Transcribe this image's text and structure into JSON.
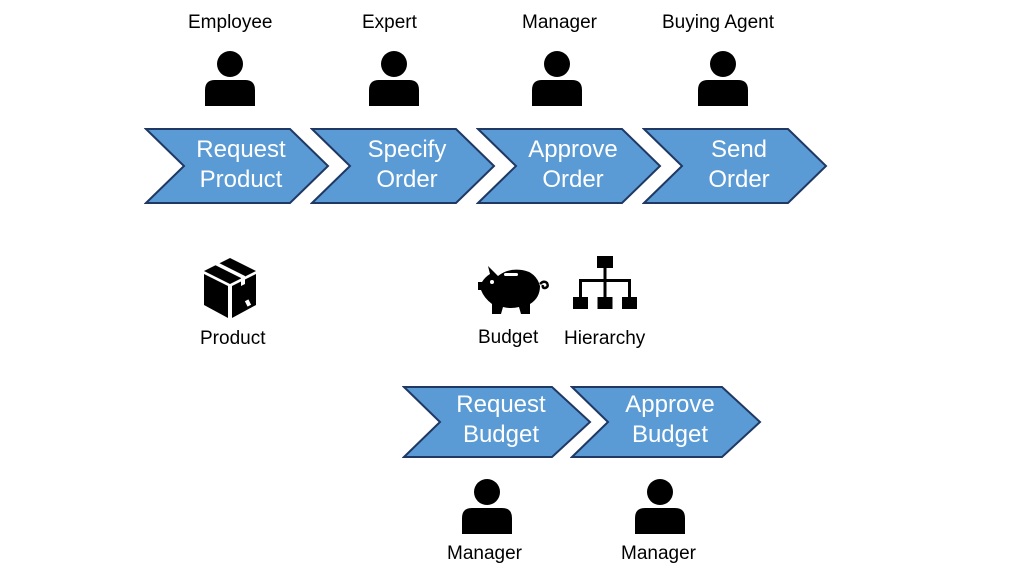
{
  "top_process": {
    "steps": [
      {
        "line1": "Request",
        "line2": "Product",
        "role": "Employee"
      },
      {
        "line1": "Specify",
        "line2": "Order",
        "role": "Expert"
      },
      {
        "line1": "Approve",
        "line2": "Order",
        "role": "Manager"
      },
      {
        "line1": "Send",
        "line2": "Order",
        "role": "Buying Agent"
      }
    ]
  },
  "resources": {
    "product": {
      "label": "Product",
      "icon": "box-icon"
    },
    "budget": {
      "label": "Budget",
      "icon": "piggy-bank-icon"
    },
    "hierarchy": {
      "label": "Hierarchy",
      "icon": "org-chart-icon"
    }
  },
  "bottom_process": {
    "steps": [
      {
        "line1": "Request",
        "line2": "Budget",
        "role": "Manager"
      },
      {
        "line1": "Approve",
        "line2": "Budget",
        "role": "Manager"
      }
    ]
  },
  "colors": {
    "chevron_fill": "#5b9bd5",
    "chevron_stroke": "#1f3864",
    "icon": "#000000"
  }
}
